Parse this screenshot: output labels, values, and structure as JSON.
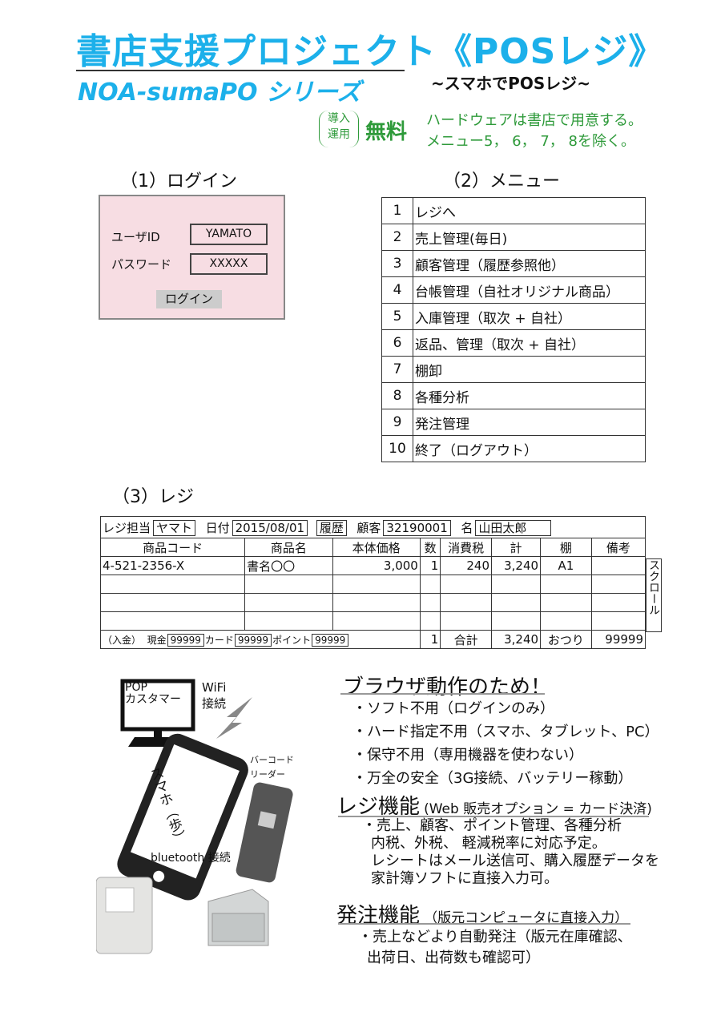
{
  "header": {
    "title": "書店支援プロジェクト《POSレジ》",
    "series": "NOA-sumaPO シリーズ",
    "subtitle": "~スマホでPOSレジ~"
  },
  "pricing": {
    "label_top": "導入",
    "label_bottom": "運用",
    "free": "無料",
    "note_1": "ハードウェアは書店で用意する。",
    "note_2": "メニュー5， 6， 7， 8を除く。"
  },
  "login": {
    "heading": "（1）ログイン",
    "user_label": "ユーザID",
    "user_value": "YAMATO",
    "password_label": "パスワード",
    "password_value": "XXXXX",
    "button": "ログイン"
  },
  "menu": {
    "heading": "（2）メニュー",
    "items": [
      {
        "no": "1",
        "label": "レジへ"
      },
      {
        "no": "2",
        "label": "売上管理(毎日)"
      },
      {
        "no": "3",
        "label": "顧客管理（履歴参照他）"
      },
      {
        "no": "4",
        "label": "台帳管理（自社オリジナル商品）"
      },
      {
        "no": "5",
        "label": "入庫管理（取次 + 自社）"
      },
      {
        "no": "6",
        "label": "返品、管理（取次 + 自社）"
      },
      {
        "no": "7",
        "label": "棚卸"
      },
      {
        "no": "8",
        "label": "各種分析"
      },
      {
        "no": "9",
        "label": "発注管理"
      },
      {
        "no": "10",
        "label": "終了（ログアウト）"
      }
    ]
  },
  "register": {
    "heading": "（3）レジ",
    "staff_label": "レジ担当",
    "staff": "ヤマト",
    "date_label": "日付",
    "date": "2015/08/01",
    "history_button": "履歴",
    "customer_label": "顧客",
    "customer": "32190001",
    "name_label": "名",
    "name": "山田太郎",
    "columns": [
      "商品コード",
      "商品名",
      "本体価格",
      "数",
      "消費税",
      "計",
      "棚",
      "備考"
    ],
    "rows": [
      [
        "4-521-2356-X",
        "書名〇〇",
        "3,000",
        "1",
        "240",
        "3,240",
        "A1",
        ""
      ]
    ],
    "payment_label": "（入金）",
    "cash_label": "現金",
    "cash": "99999",
    "card_label": "カード",
    "card": "99999",
    "point_label": "ポイント",
    "point": "99999",
    "total_qty": "1",
    "total_label": "合計",
    "total": "3,240",
    "change_label": "おつり",
    "change": "99999",
    "scroll": "スクロール"
  },
  "devices": {
    "pop": "POP\nカスタマー",
    "wifi": "WiFi\n接続",
    "phone": "スマホ（歩）",
    "scanner": "バーコード\nリーダー",
    "bluetooth": "bluetooth 接続"
  },
  "browser": {
    "heading": "ブラウザ動作のため！",
    "items": [
      "・ソフト不用（ログインのみ）",
      "・ハード指定不用（スマホ、タブレット、PC）",
      "・保守不用（専用機器を使わない）",
      "・万全の安全（3G接続、バッテリー稼動）"
    ]
  },
  "register_features": {
    "heading": "レジ機能",
    "sub": "(Web 販売オプション = カード決済)",
    "lines": [
      "・売上、顧客、ポイント管理、各種分析",
      "内税、外税、 軽減税率に対応予定。",
      "レシートはメール送信可、購入履歴データを",
      "家計簿ソフトに直接入力可。"
    ]
  },
  "ordering": {
    "heading": "発注機能",
    "sub": "（版元コンピュータに直接入力）",
    "lines": [
      "・売上などより自動発注（版元在庫確認、",
      "出荷日、出荷数も確認可）"
    ]
  }
}
